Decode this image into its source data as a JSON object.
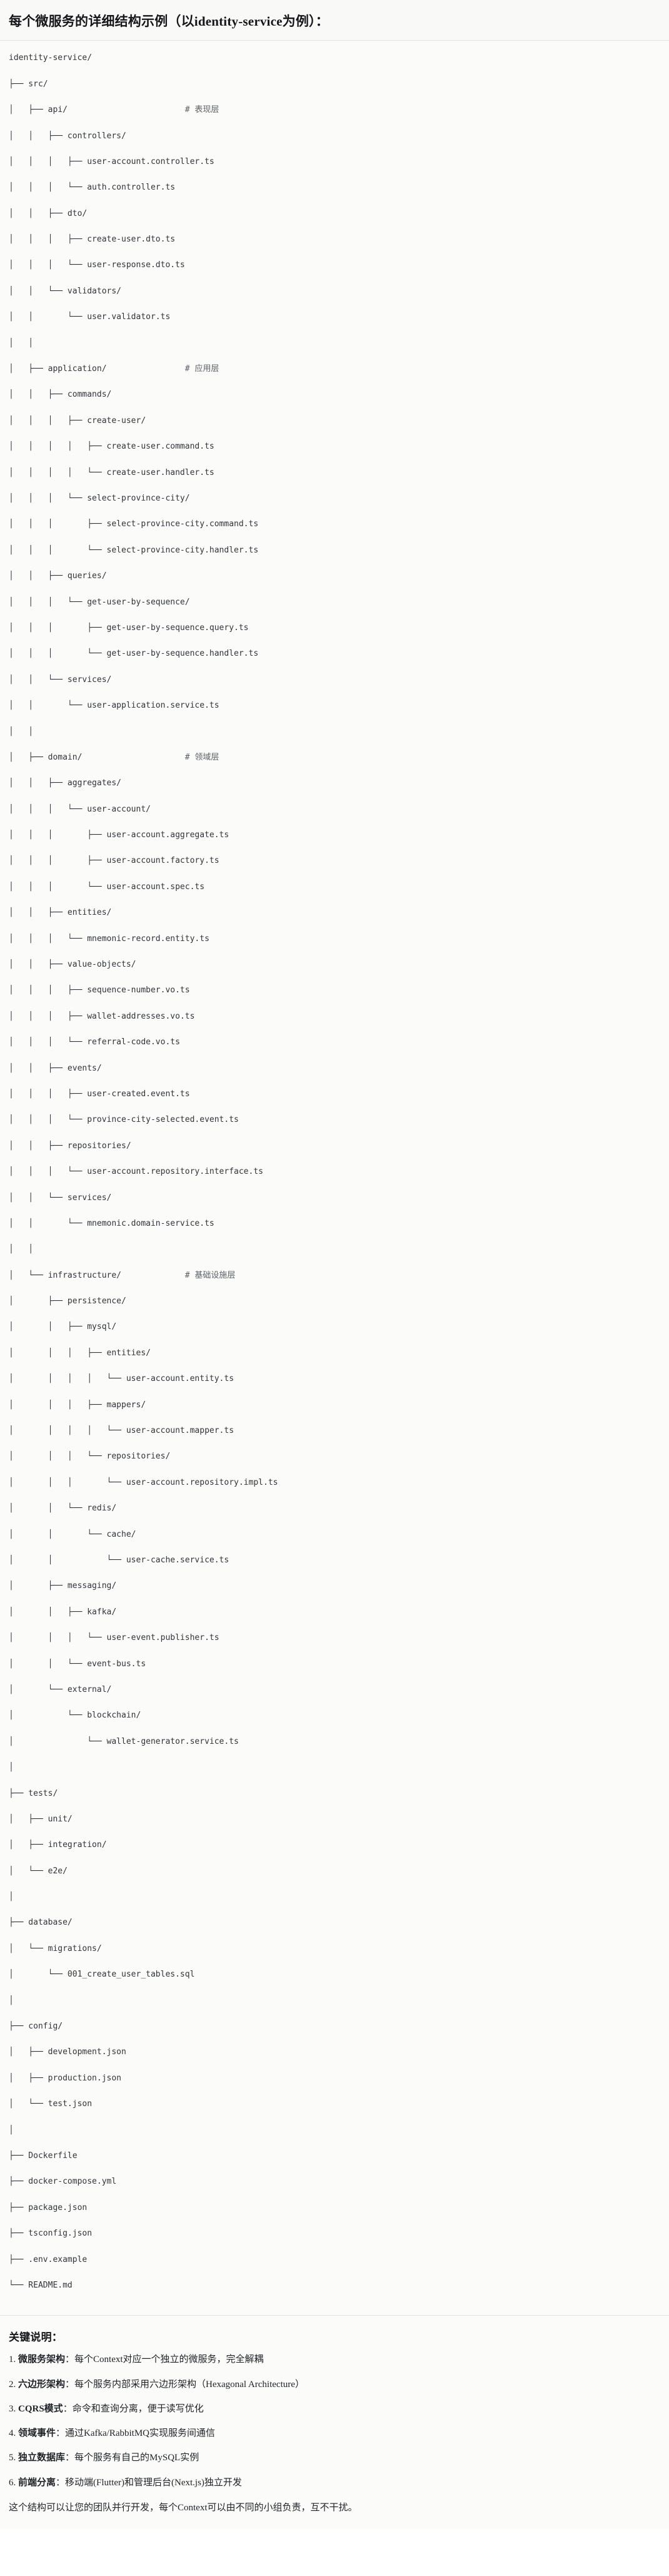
{
  "header": {
    "title": "每个微服务的详细结构示例（以identity-service为例）："
  },
  "tree": {
    "root_label": "identity-service/",
    "comments": {
      "api": "# 表现层",
      "application": "# 应用层",
      "domain": "# 领域层",
      "infrastructure": "# 基础设施层"
    },
    "lines": [
      {
        "text": "identity-service/",
        "comment": ""
      },
      {
        "text": "├── src/",
        "comment": ""
      },
      {
        "text": "│   ├── api/",
        "comment": "# 表现层"
      },
      {
        "text": "│   │   ├── controllers/",
        "comment": ""
      },
      {
        "text": "│   │   │   ├── user-account.controller.ts",
        "comment": ""
      },
      {
        "text": "│   │   │   └── auth.controller.ts",
        "comment": ""
      },
      {
        "text": "│   │   ├── dto/",
        "comment": ""
      },
      {
        "text": "│   │   │   ├── create-user.dto.ts",
        "comment": ""
      },
      {
        "text": "│   │   │   └── user-response.dto.ts",
        "comment": ""
      },
      {
        "text": "│   │   └── validators/",
        "comment": ""
      },
      {
        "text": "│   │       └── user.validator.ts",
        "comment": ""
      },
      {
        "text": "│   │",
        "comment": ""
      },
      {
        "text": "│   ├── application/",
        "comment": "# 应用层"
      },
      {
        "text": "│   │   ├── commands/",
        "comment": ""
      },
      {
        "text": "│   │   │   ├── create-user/",
        "comment": ""
      },
      {
        "text": "│   │   │   │   ├── create-user.command.ts",
        "comment": ""
      },
      {
        "text": "│   │   │   │   └── create-user.handler.ts",
        "comment": ""
      },
      {
        "text": "│   │   │   └── select-province-city/",
        "comment": ""
      },
      {
        "text": "│   │   │       ├── select-province-city.command.ts",
        "comment": ""
      },
      {
        "text": "│   │   │       └── select-province-city.handler.ts",
        "comment": ""
      },
      {
        "text": "│   │   ├── queries/",
        "comment": ""
      },
      {
        "text": "│   │   │   └── get-user-by-sequence/",
        "comment": ""
      },
      {
        "text": "│   │   │       ├── get-user-by-sequence.query.ts",
        "comment": ""
      },
      {
        "text": "│   │   │       └── get-user-by-sequence.handler.ts",
        "comment": ""
      },
      {
        "text": "│   │   └── services/",
        "comment": ""
      },
      {
        "text": "│   │       └── user-application.service.ts",
        "comment": ""
      },
      {
        "text": "│   │",
        "comment": ""
      },
      {
        "text": "│   ├── domain/",
        "comment": "# 领域层"
      },
      {
        "text": "│   │   ├── aggregates/",
        "comment": ""
      },
      {
        "text": "│   │   │   └── user-account/",
        "comment": ""
      },
      {
        "text": "│   │   │       ├── user-account.aggregate.ts",
        "comment": ""
      },
      {
        "text": "│   │   │       ├── user-account.factory.ts",
        "comment": ""
      },
      {
        "text": "│   │   │       └── user-account.spec.ts",
        "comment": ""
      },
      {
        "text": "│   │   ├── entities/",
        "comment": ""
      },
      {
        "text": "│   │   │   └── mnemonic-record.entity.ts",
        "comment": ""
      },
      {
        "text": "│   │   ├── value-objects/",
        "comment": ""
      },
      {
        "text": "│   │   │   ├── sequence-number.vo.ts",
        "comment": ""
      },
      {
        "text": "│   │   │   ├── wallet-addresses.vo.ts",
        "comment": ""
      },
      {
        "text": "│   │   │   └── referral-code.vo.ts",
        "comment": ""
      },
      {
        "text": "│   │   ├── events/",
        "comment": ""
      },
      {
        "text": "│   │   │   ├── user-created.event.ts",
        "comment": ""
      },
      {
        "text": "│   │   │   └── province-city-selected.event.ts",
        "comment": ""
      },
      {
        "text": "│   │   ├── repositories/",
        "comment": ""
      },
      {
        "text": "│   │   │   └── user-account.repository.interface.ts",
        "comment": ""
      },
      {
        "text": "│   │   └── services/",
        "comment": ""
      },
      {
        "text": "│   │       └── mnemonic.domain-service.ts",
        "comment": ""
      },
      {
        "text": "│   │",
        "comment": ""
      },
      {
        "text": "│   └── infrastructure/",
        "comment": "# 基础设施层"
      },
      {
        "text": "│       ├── persistence/",
        "comment": ""
      },
      {
        "text": "│       │   ├── mysql/",
        "comment": ""
      },
      {
        "text": "│       │   │   ├── entities/",
        "comment": ""
      },
      {
        "text": "│       │   │   │   └── user-account.entity.ts",
        "comment": ""
      },
      {
        "text": "│       │   │   ├── mappers/",
        "comment": ""
      },
      {
        "text": "│       │   │   │   └── user-account.mapper.ts",
        "comment": ""
      },
      {
        "text": "│       │   │   └── repositories/",
        "comment": ""
      },
      {
        "text": "│       │   │       └── user-account.repository.impl.ts",
        "comment": ""
      },
      {
        "text": "│       │   └── redis/",
        "comment": ""
      },
      {
        "text": "│       │       └── cache/",
        "comment": ""
      },
      {
        "text": "│       │           └── user-cache.service.ts",
        "comment": ""
      },
      {
        "text": "│       ├── messaging/",
        "comment": ""
      },
      {
        "text": "│       │   ├── kafka/",
        "comment": ""
      },
      {
        "text": "│       │   │   └── user-event.publisher.ts",
        "comment": ""
      },
      {
        "text": "│       │   └── event-bus.ts",
        "comment": ""
      },
      {
        "text": "│       └── external/",
        "comment": ""
      },
      {
        "text": "│           └── blockchain/",
        "comment": ""
      },
      {
        "text": "│               └── wallet-generator.service.ts",
        "comment": ""
      },
      {
        "text": "│",
        "comment": ""
      },
      {
        "text": "├── tests/",
        "comment": ""
      },
      {
        "text": "│   ├── unit/",
        "comment": ""
      },
      {
        "text": "│   ├── integration/",
        "comment": ""
      },
      {
        "text": "│   └── e2e/",
        "comment": ""
      },
      {
        "text": "│",
        "comment": ""
      },
      {
        "text": "├── database/",
        "comment": ""
      },
      {
        "text": "│   └── migrations/",
        "comment": ""
      },
      {
        "text": "│       └── 001_create_user_tables.sql",
        "comment": ""
      },
      {
        "text": "│",
        "comment": ""
      },
      {
        "text": "├── config/",
        "comment": ""
      },
      {
        "text": "│   ├── development.json",
        "comment": ""
      },
      {
        "text": "│   ├── production.json",
        "comment": ""
      },
      {
        "text": "│   └── test.json",
        "comment": ""
      },
      {
        "text": "│",
        "comment": ""
      },
      {
        "text": "├── Dockerfile",
        "comment": ""
      },
      {
        "text": "├── docker-compose.yml",
        "comment": ""
      },
      {
        "text": "├── package.json",
        "comment": ""
      },
      {
        "text": "├── tsconfig.json",
        "comment": ""
      },
      {
        "text": "├── .env.example",
        "comment": ""
      },
      {
        "text": "└── README.md",
        "comment": ""
      }
    ]
  },
  "notes": {
    "title": "关键说明：",
    "items": [
      {
        "term": "微服务架构",
        "sep": "：",
        "desc": "每个Context对应一个独立的微服务，完全解耦"
      },
      {
        "term": "六边形架构",
        "sep": "：",
        "desc": "每个服务内部采用六边形架构（Hexagonal Architecture）"
      },
      {
        "term": "CQRS模式",
        "sep": "：",
        "desc": "命令和查询分离，便于读写优化"
      },
      {
        "term": "领域事件",
        "sep": "：",
        "desc": "通过Kafka/RabbitMQ实现服务间通信"
      },
      {
        "term": "独立数据库",
        "sep": "：",
        "desc": "每个服务有自己的MySQL实例"
      },
      {
        "term": "前端分离",
        "sep": "：",
        "desc": "移动端(Flutter)和管理后台(Next.js)独立开发"
      }
    ],
    "closing": "这个结构可以让您的团队并行开发，每个Context可以由不同的小组负责，互不干扰。"
  }
}
